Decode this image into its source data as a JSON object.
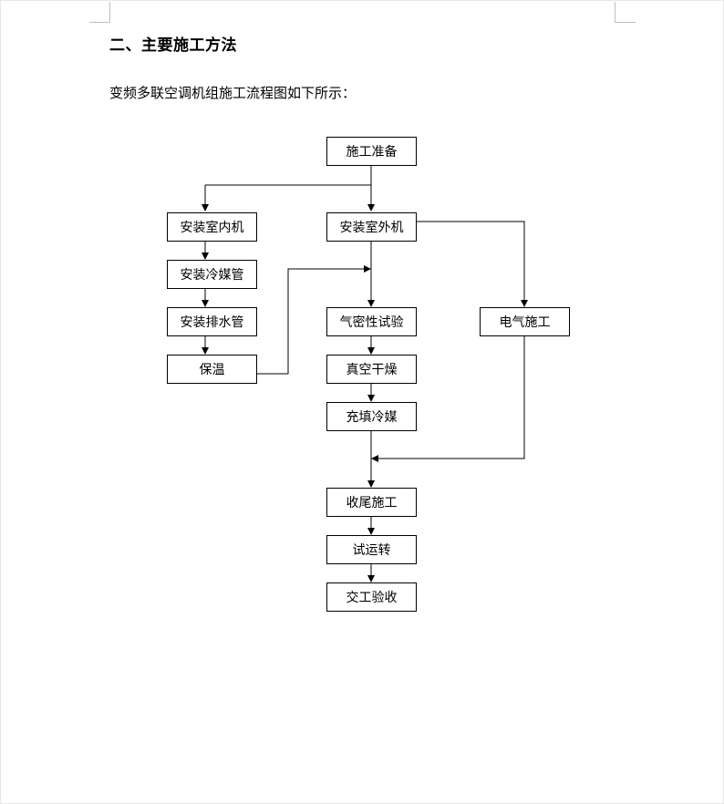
{
  "document": {
    "heading": "二、主要施工方法",
    "intro": "变频多联空调机组施工流程图如下所示："
  },
  "flowchart": {
    "steps": {
      "prep": "施工准备",
      "indoor": "安装室内机",
      "outdoor": "安装室外机",
      "refrigerant_pipe": "安装冷媒管",
      "drain_pipe": "安装排水管",
      "insulation": "保温",
      "airtight_test": "气密性试验",
      "vacuum_dry": "真空干燥",
      "charge": "充填冷媒",
      "electrical": "电气施工",
      "finishing": "收尾施工",
      "trial_run": "试运转",
      "handover": "交工验收"
    }
  }
}
